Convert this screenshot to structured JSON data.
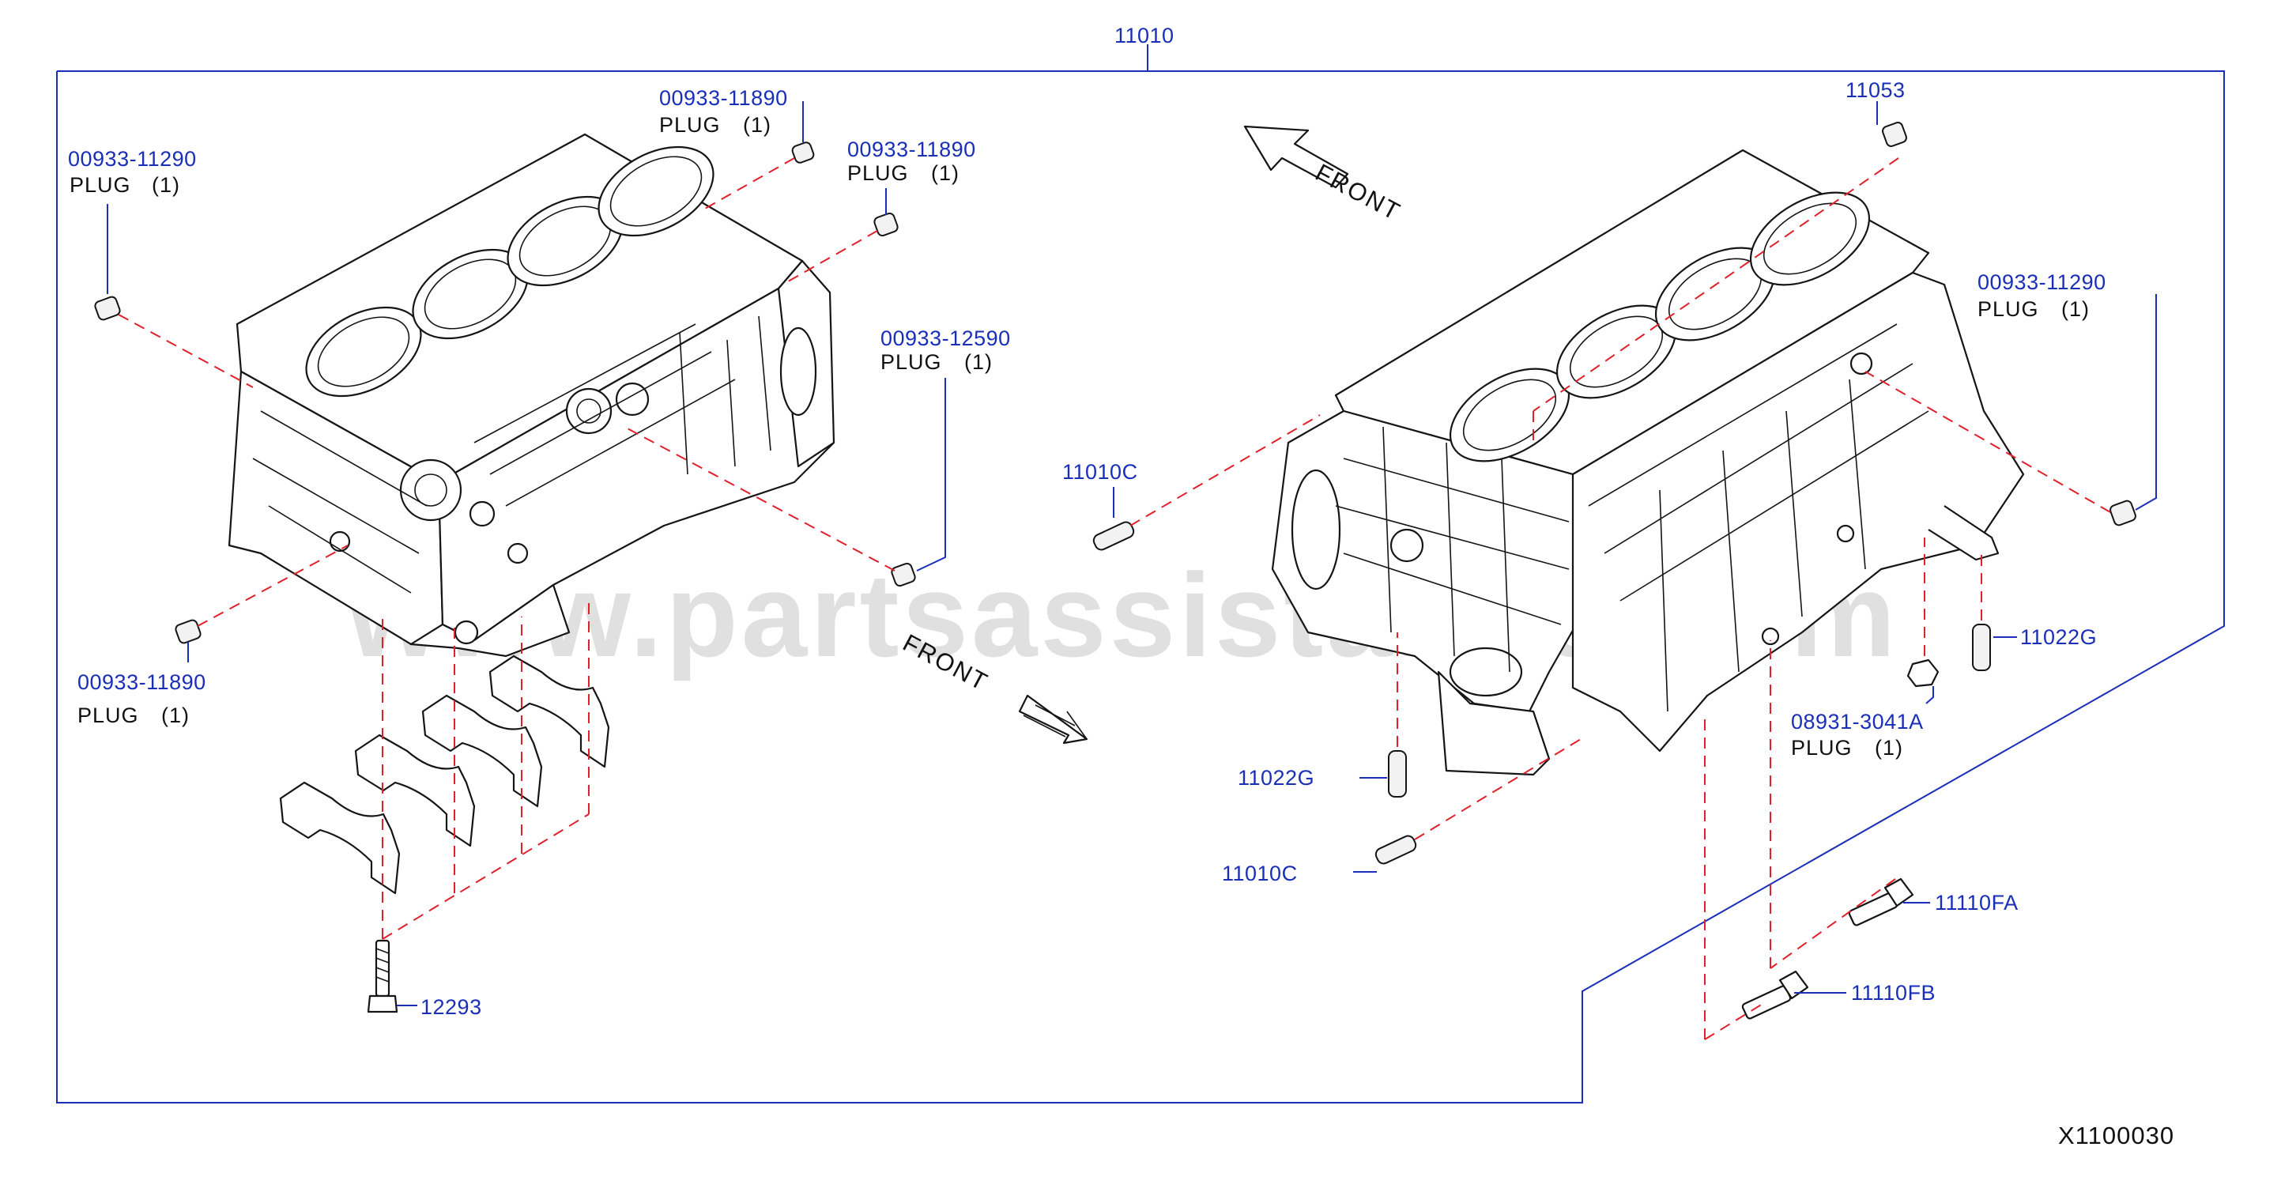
{
  "diagram_code": "X1100030",
  "watermark": "www.partsassistance.com",
  "assembly": {
    "part_number": "11010"
  },
  "front_labels": [
    "FRONT",
    "FRONT"
  ],
  "callouts": {
    "plug_11290_left": {
      "part_number": "00933-11290",
      "description": "PLUG",
      "qty": "(1)"
    },
    "plug_11890_top": {
      "part_number": "00933-11890",
      "description": "PLUG",
      "qty": "(1)"
    },
    "plug_11890_right": {
      "part_number": "00933-11890",
      "description": "PLUG",
      "qty": "(1)"
    },
    "plug_12590": {
      "part_number": "00933-12590",
      "description": "PLUG",
      "qty": "(1)"
    },
    "plug_11890_bottom": {
      "part_number": "00933-11890",
      "description": "PLUG",
      "qty": "(1)"
    },
    "bolt_12293": {
      "part_number": "12293"
    },
    "part_11053": {
      "part_number": "11053"
    },
    "plug_11290_right": {
      "part_number": "00933-11290",
      "description": "PLUG",
      "qty": "(1)"
    },
    "pin_11010c_upper": {
      "part_number": "11010C"
    },
    "pin_11010c_lower": {
      "part_number": "11010C"
    },
    "pin_11022g_right": {
      "part_number": "11022G"
    },
    "pin_11022g_left": {
      "part_number": "11022G"
    },
    "plug_3041a": {
      "part_number": "08931-3041A",
      "description": "PLUG",
      "qty": "(1)"
    },
    "bolt_11110fa": {
      "part_number": "11110FA"
    },
    "bolt_11110fb": {
      "part_number": "11110FB"
    }
  },
  "colors": {
    "part_number_text": "#1a2fb8",
    "dashed_line": "#e0202a",
    "outline": "#1a2fb8"
  }
}
